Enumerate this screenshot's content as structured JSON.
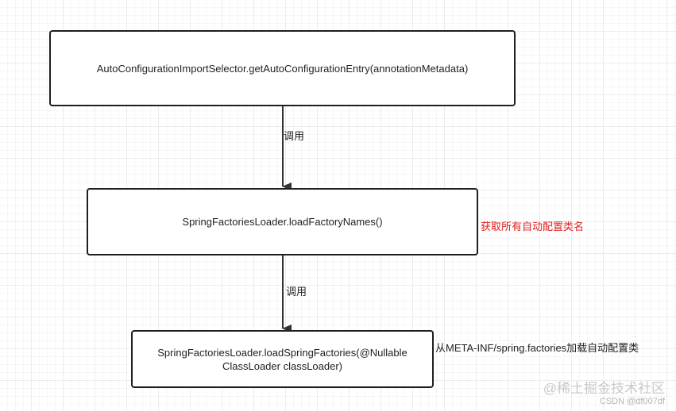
{
  "colors": {
    "node_border": "#1f1f1f",
    "edge": "#333333",
    "annotation_highlight": "#e02020",
    "annotation_default": "#222222",
    "watermark": "#c9c9c9"
  },
  "diagram": {
    "nodes": [
      {
        "id": "node-1",
        "label": "AutoConfigurationImportSelector.getAutoConfigurationEntry(annotationMetadata)"
      },
      {
        "id": "node-2",
        "label": "SpringFactoriesLoader.loadFactoryNames()"
      },
      {
        "id": "node-3",
        "label": "SpringFactoriesLoader.loadSpringFactories(@Nullable\nClassLoader classLoader)"
      }
    ],
    "edges": [
      {
        "from": "node-1",
        "to": "node-2",
        "label": "调用"
      },
      {
        "from": "node-2",
        "to": "node-3",
        "label": "调用"
      }
    ],
    "annotations": [
      {
        "target": "node-2",
        "text": "获取所有自动配置类名"
      },
      {
        "target": "node-3",
        "text": "从META-INF/spring.factories加载自动配置类"
      }
    ]
  },
  "watermark": {
    "text": "@稀土掘金技术社区",
    "credit": "CSDN @df007df"
  }
}
